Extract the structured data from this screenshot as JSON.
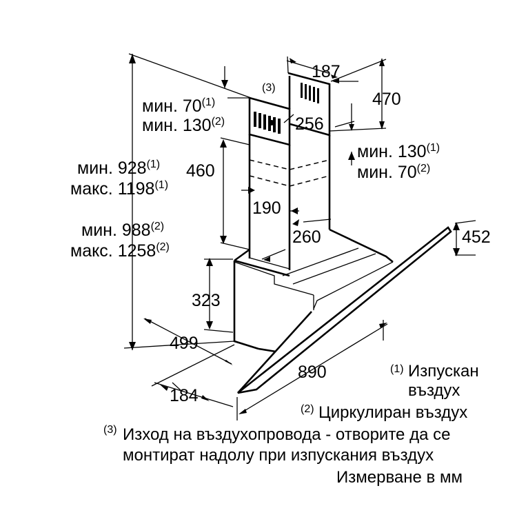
{
  "dimensions": {
    "d187": "187",
    "d470": "470",
    "d256": "256",
    "d460": "460",
    "d190": "190",
    "d260": "260",
    "d452": "452",
    "d323": "323",
    "d499": "499",
    "d890": "890",
    "d184": "184"
  },
  "labels": {
    "min_70_top": "мин. 70",
    "min_70_top_sup": "(1)",
    "min_130_top": "мин. 130",
    "min_130_top_sup": "(2)",
    "min_130_right": "мин. 130",
    "min_130_right_sup": "(1)",
    "min_70_right": "мин. 70",
    "min_70_right_sup": "(2)",
    "min_928": "мин. 928",
    "min_928_sup": "(1)",
    "max_1198": "макс. 1198",
    "max_1198_sup": "(1)",
    "min_988": "мин. 988",
    "min_988_sup": "(2)",
    "max_1258": "макс. 1258",
    "max_1258_sup": "(2)",
    "outlet_marker": "(3)"
  },
  "legend": {
    "note1_marker": "(1)",
    "note1_line1": "Изпускан",
    "note1_line2": "въздух",
    "note2_marker": "(2)",
    "note2_text": "Циркулиран въздух",
    "note3_marker": "(3)",
    "note3_line1": "Изход на въздухопровода - отворите да се",
    "note3_line2": "монтират надолу при изпускания въздух",
    "units": "Измерване в мм"
  }
}
